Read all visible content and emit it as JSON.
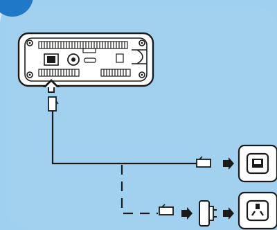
{
  "colors": {
    "page_bg": "#d6ebf7",
    "panel_bg": "#9fd0ef",
    "step_badge": "#1f78c8",
    "line": "#1a1a1a",
    "device_fill": "#ffffff"
  },
  "icons": {
    "step_badge": "step-badge-icon",
    "router": "router-rear-panel-icon",
    "port_arrow": "up-arrow-icon",
    "cable_plug": "rj11-plug-icon",
    "arrow_right": "right-arrow-icon",
    "phone_socket": "phone-wall-socket-icon",
    "adapter": "uk-phone-adapter-icon",
    "power_socket": "uk-wall-socket-icon"
  },
  "connections": [
    {
      "from": "router-line-port",
      "to": "phone-wall-socket",
      "style": "solid"
    },
    {
      "from": "router-line-port",
      "to": "adapter-then-wall-socket",
      "style": "dashed"
    }
  ]
}
